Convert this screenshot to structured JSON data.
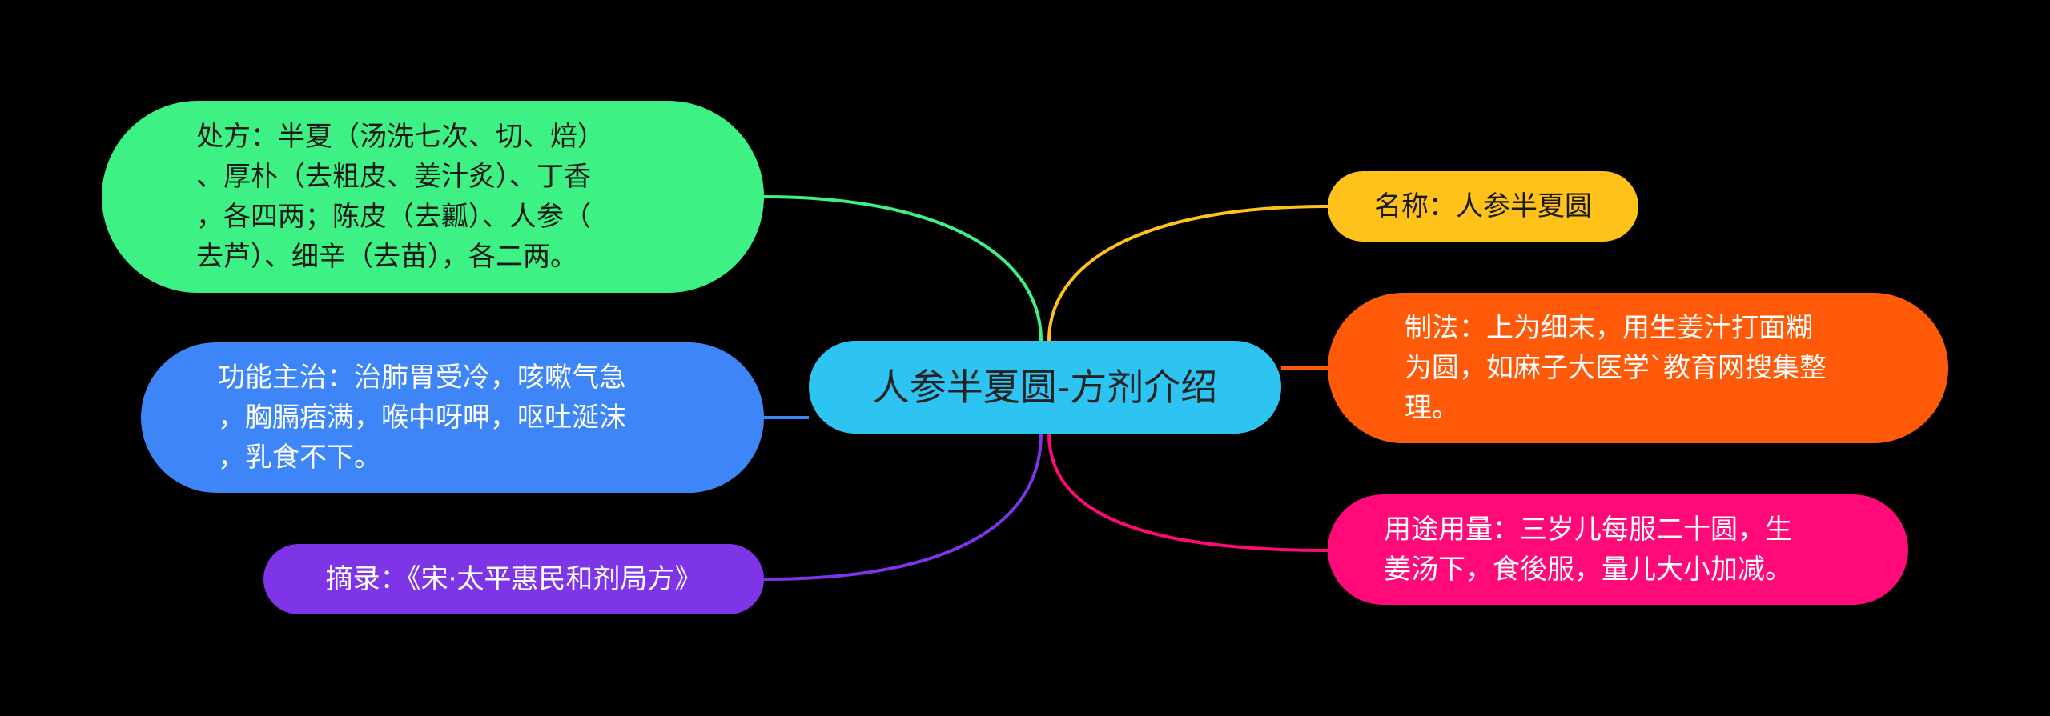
{
  "center": {
    "title": "人参半夏圆-方剂介绍",
    "color": "#2ec4f2"
  },
  "branches": {
    "prescription": {
      "text": "处方：半夏（汤洗七次、切、焙）\n、厚朴（去粗皮、姜汁炙）、丁香\n，各四两；陈皮（去瓤）、人参（\n去芦）、细辛（去苗），各二两。",
      "color": "#3ef185",
      "link_color": "#3ef185"
    },
    "function": {
      "text": "功能主治：治肺胃受冷，咳嗽气急\n，胸膈痞满，喉中呀呷，呕吐涎沫\n，乳食不下。",
      "color": "#3e86f7",
      "link_color": "#3e86f7"
    },
    "excerpt": {
      "text": "摘录：《宋·太平惠民和剂局方》",
      "color": "#7e35e8",
      "link_color": "#7e35e8"
    },
    "name": {
      "text": "名称：人参半夏圆",
      "color": "#ffc21a",
      "link_color": "#ffc21a"
    },
    "preparation": {
      "text": "制法：上为细末，用生姜汁打面糊\n为圆，如麻子大医学`教育网搜集整\n理。",
      "color": "#ff5a0a",
      "link_color": "#ff5a0a"
    },
    "usage": {
      "text": "用途用量：三岁儿每服二十圆，生\n姜汤下，食後服，量儿大小加减。",
      "color": "#ff0a78",
      "link_color": "#ff0a78"
    }
  }
}
